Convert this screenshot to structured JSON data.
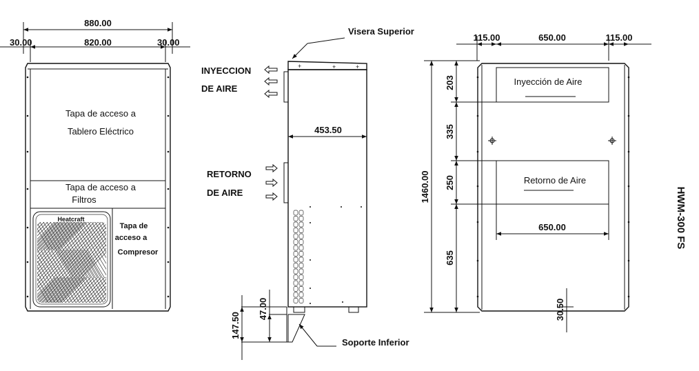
{
  "front": {
    "dim_total": "880.00",
    "dim_inner": "820.00",
    "dim_side_left": "30.00",
    "dim_side_right": "30.00",
    "panel1_line1": "Tapa de acceso a",
    "panel1_line2": "Tablero Eléctrico",
    "panel2_line1": "Tapa de acceso a",
    "panel2_line2": "Filtros",
    "panel3_line1": "Tapa de",
    "panel3_line2": "acceso a",
    "panel3_line3": "Compresor",
    "brand": "Heatcraft"
  },
  "side": {
    "visor_label": "Visera Superior",
    "injection_line1": "INYECCION",
    "injection_line2": "DE AIRE",
    "return_line1": "RETORNO",
    "return_line2": "DE AIRE",
    "depth": "453.50",
    "base_total": "147.50",
    "base_part": "47.00",
    "support_label": "Soporte Inferior"
  },
  "rear": {
    "dim_left": "115.00",
    "dim_mid": "650.00",
    "dim_right": "115.00",
    "height_total": "1460.00",
    "seg1": "203",
    "seg2": "335",
    "seg3": "250",
    "seg4": "635",
    "injection_label": "Inyección de Aire",
    "return_label": "Retorno de Aire",
    "lower_width": "650.00",
    "bottom_offset": "30.50"
  },
  "model": "HWM-300 FS"
}
